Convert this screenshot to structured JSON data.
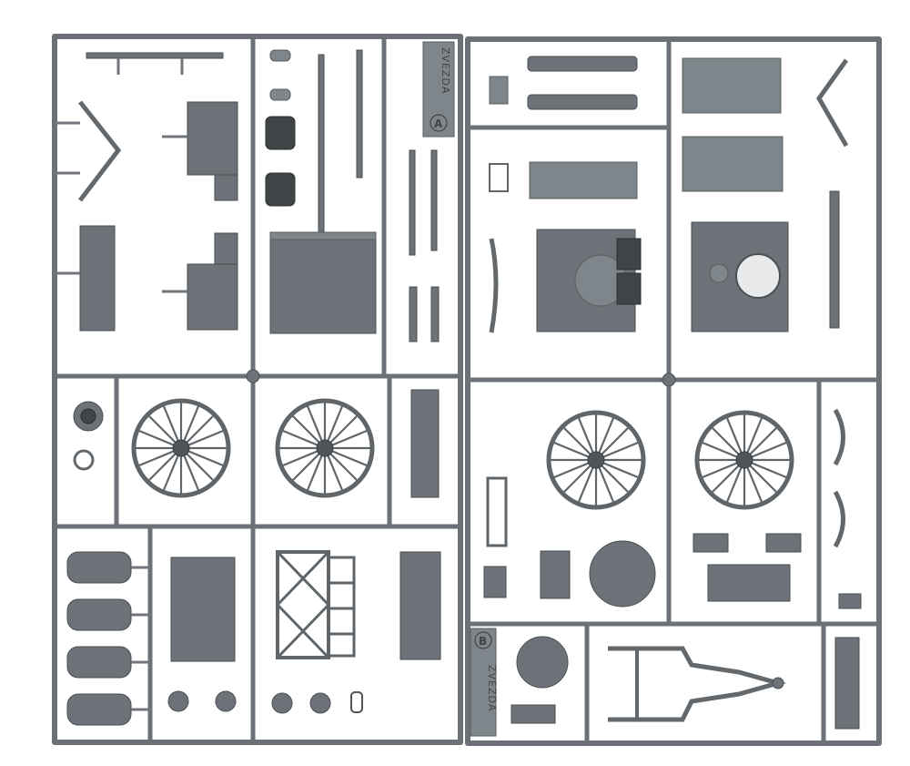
{
  "photo": {
    "background_color": "#ffffff",
    "plastic_color": "#6c7277",
    "left_sprue": {
      "brand_text": "ZVEZDA",
      "letter": "A"
    },
    "right_sprue": {
      "brand_text": "ZVEZDA",
      "letter": "B"
    }
  }
}
